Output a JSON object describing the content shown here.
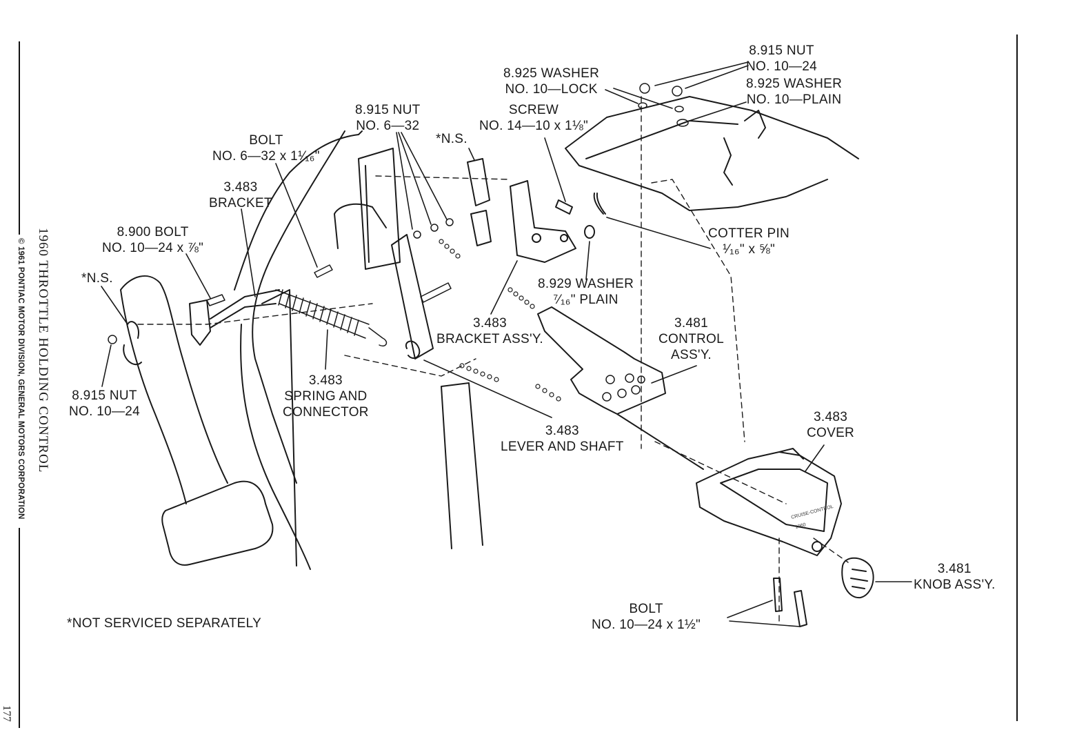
{
  "page": {
    "side_title": "1960 THROTTLE HOLDING CONTROL",
    "copyright": "© 1961 PONTIAC MOTOR DIVISION, GENERAL MOTORS CORPORATION",
    "page_number": "177",
    "footnote": "*NOT SERVICED SEPARATELY"
  },
  "labels": {
    "nut_10_24_top": [
      "8.915 NUT",
      "NO. 10—24"
    ],
    "washer_lock": [
      "8.925 WASHER",
      "NO. 10—LOCK"
    ],
    "washer_plain_top": [
      "8.925 WASHER",
      "NO. 10—PLAIN"
    ],
    "nut_6_32": [
      "8.915 NUT",
      "NO. 6—32"
    ],
    "screw": [
      "SCREW",
      "NO. 14—10 x 1⅛\""
    ],
    "ns_top": "*N.S.",
    "bolt_6_32": [
      "BOLT",
      "NO. 6—32 x 1¹⁄₁₆\""
    ],
    "bracket": [
      "3.483",
      "BRACKET"
    ],
    "bolt_10_24_7_8": [
      "8.900 BOLT",
      "NO. 10—24 x ⅞\""
    ],
    "ns_left": "*N.S.",
    "nut_10_24_left": [
      "8.915 NUT",
      "NO. 10—24"
    ],
    "spring": [
      "3.483",
      "SPRING AND",
      "CONNECTOR"
    ],
    "bracket_assy": [
      "3.483",
      "BRACKET ASS'Y."
    ],
    "washer_7_16": [
      "8.929 WASHER",
      "⁷⁄₁₆\" PLAIN"
    ],
    "cotter_pin": [
      "COTTER PIN",
      "¹⁄₁₆\" x ⅝\""
    ],
    "control_assy": [
      "3.481",
      "CONTROL",
      "ASS'Y."
    ],
    "lever_shaft": [
      "3.483",
      "LEVER AND SHAFT"
    ],
    "cover": [
      "3.483",
      "COVER"
    ],
    "knob": [
      "3.481",
      "KNOB ASS'Y."
    ],
    "bolt_bottom": [
      "BOLT",
      "NO. 10—24 x 1½\""
    ],
    "cover_plate_text": [
      "CRUISE-CONTROL",
      "1960"
    ]
  }
}
